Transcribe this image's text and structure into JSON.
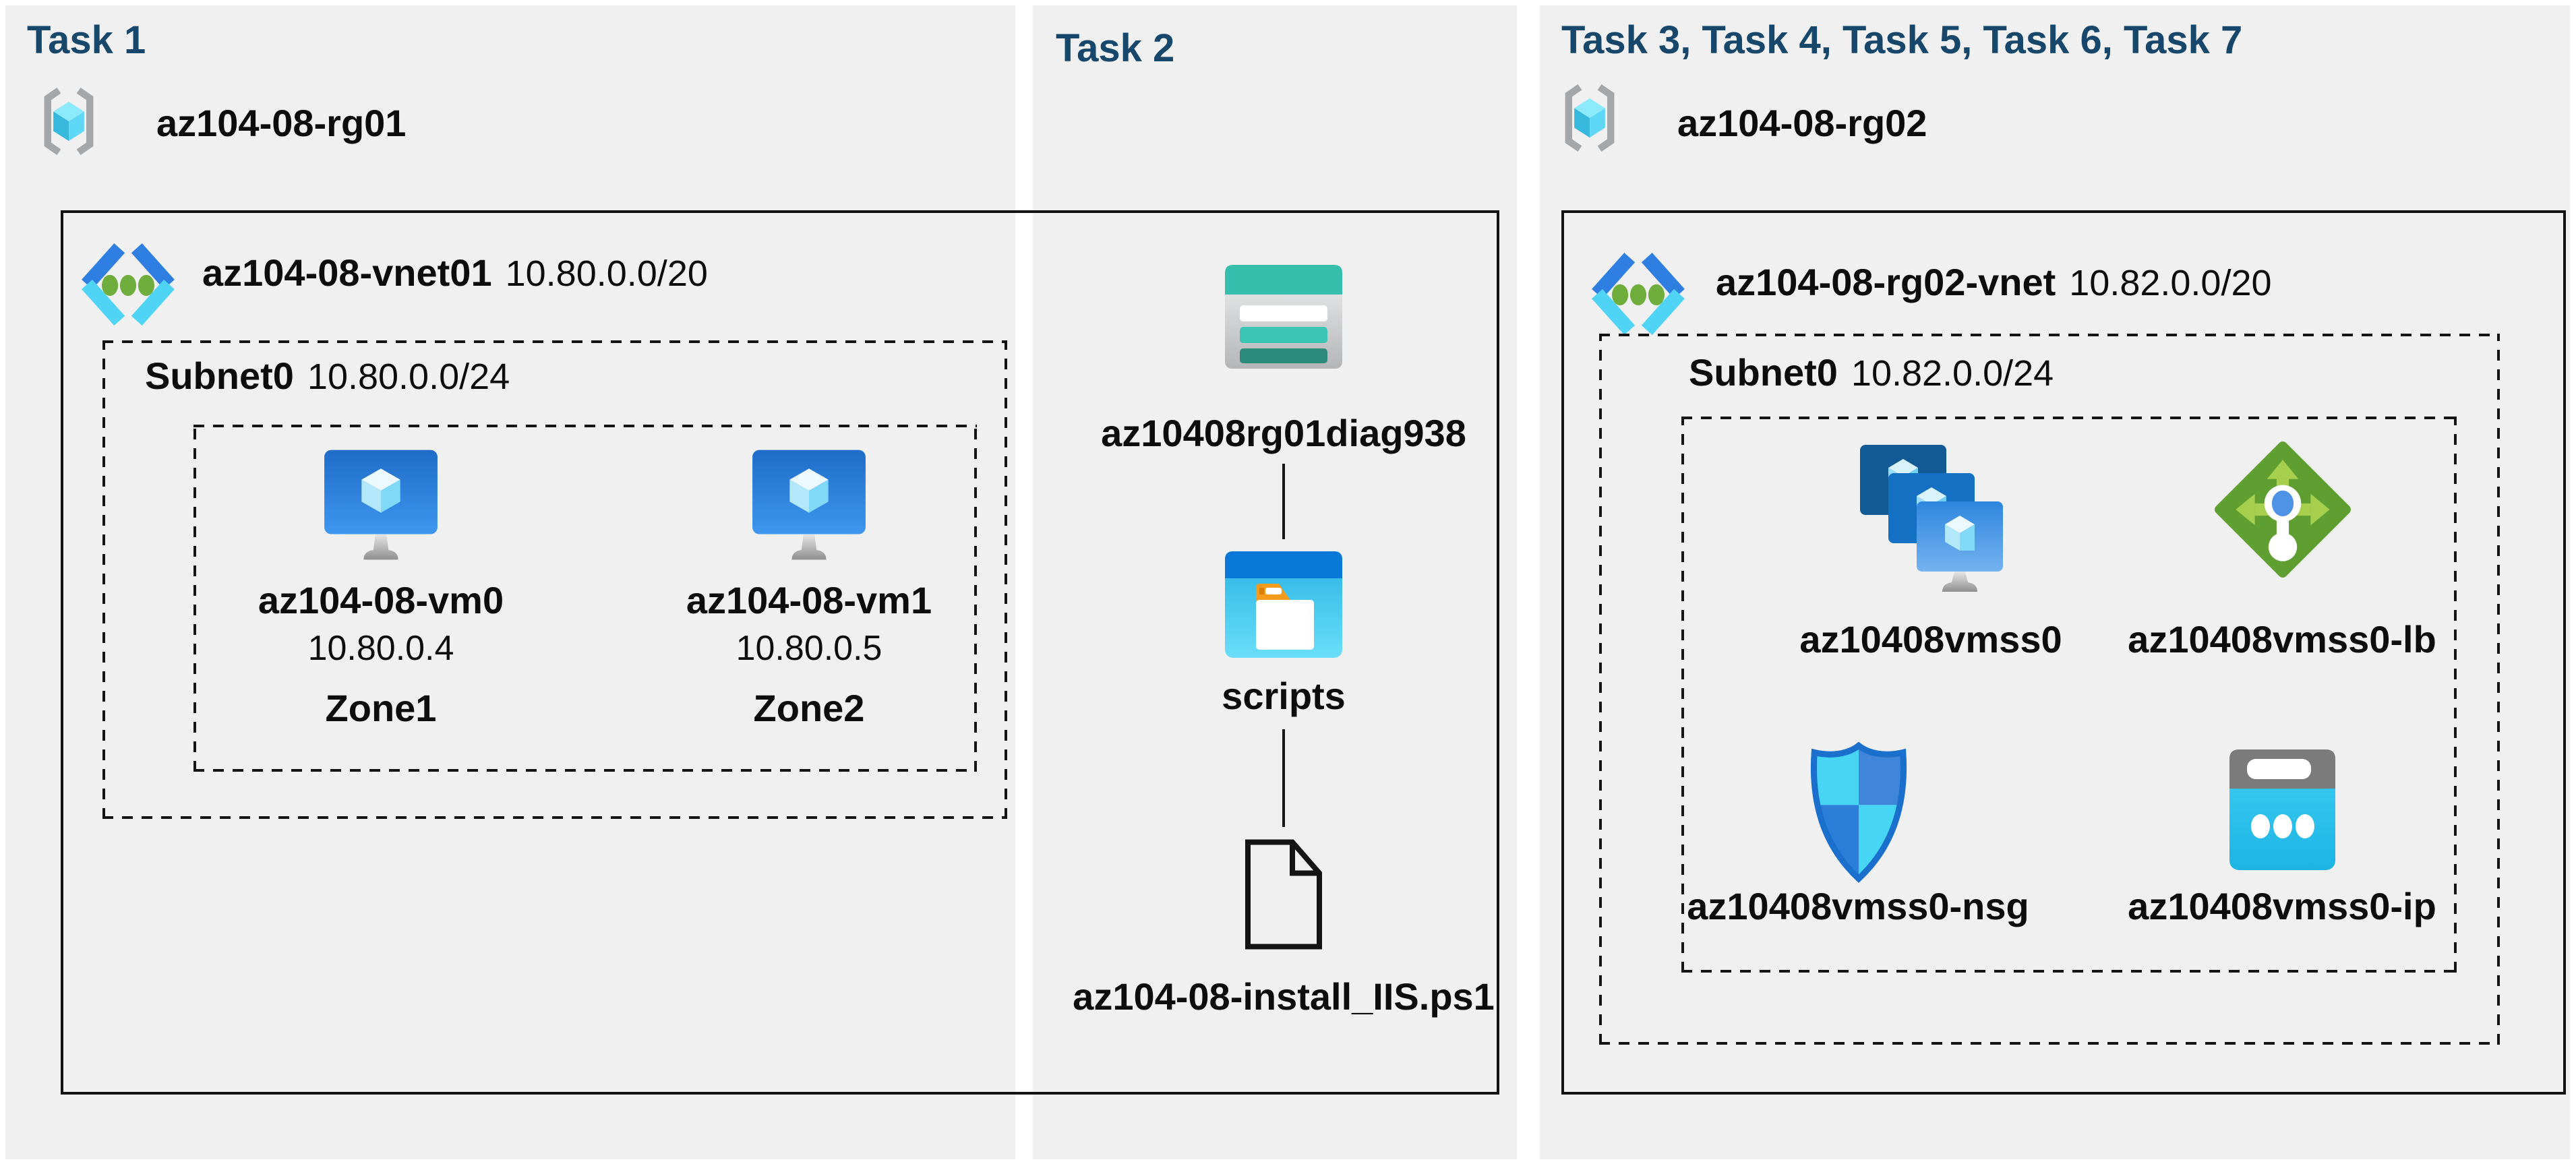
{
  "colors": {
    "page_bg": "#ffffff",
    "panel_bg": "#f0f0f1",
    "header_text": "#17476b",
    "label_text": "#0d0d0d",
    "border": "#141414",
    "vnet_icon_green": "#6fae3c",
    "lb_green": "#5f9e31",
    "storage_teal": "#37bfae",
    "cyan_accent": "#35c9ee"
  },
  "task1": {
    "header": "Task 1",
    "resource_group": "az104-08-rg01",
    "vnet_name": "az104-08-vnet01",
    "vnet_cidr": "10.80.0.0/20",
    "subnet_name": "Subnet0",
    "subnet_cidr": "10.80.0.0/24",
    "vms": [
      {
        "name": "az104-08-vm0",
        "ip": "10.80.0.4",
        "zone": "Zone1"
      },
      {
        "name": "az104-08-vm1",
        "ip": "10.80.0.5",
        "zone": "Zone2"
      }
    ]
  },
  "task2": {
    "header": "Task 2",
    "storage_account": "az10408rg01diag938",
    "container": "scripts",
    "script_file": "az104-08-install_IIS.ps1"
  },
  "task3": {
    "header": "Task 3, Task 4, Task 5, Task 6, Task 7",
    "resource_group": "az104-08-rg02",
    "vnet_name": "az104-08-rg02-vnet",
    "vnet_cidr": "10.82.0.0/20",
    "subnet_name": "Subnet0",
    "subnet_cidr": "10.82.0.0/24",
    "vmss": "az10408vmss0",
    "load_balancer": "az10408vmss0-lb",
    "nsg": "az10408vmss0-nsg",
    "public_ip": "az10408vmss0-ip"
  }
}
